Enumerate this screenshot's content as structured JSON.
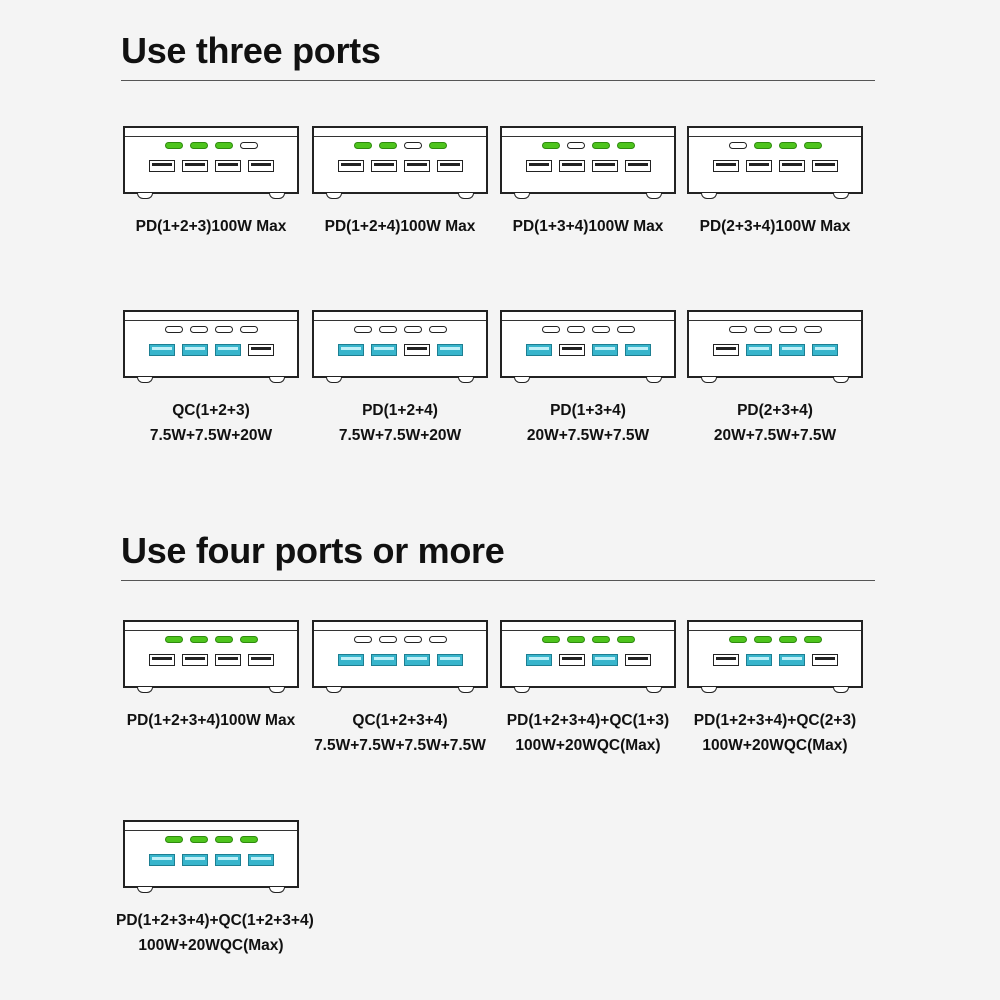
{
  "sections": [
    {
      "title": "Use three ports",
      "cells": [
        {
          "label": [
            "PD(1+2+3)100W Max"
          ],
          "typec": [
            true,
            true,
            true,
            false
          ],
          "usba": [
            false,
            false,
            false,
            false
          ]
        },
        {
          "label": [
            "PD(1+2+4)100W Max"
          ],
          "typec": [
            true,
            true,
            false,
            true
          ],
          "usba": [
            false,
            false,
            false,
            false
          ]
        },
        {
          "label": [
            "PD(1+3+4)100W Max"
          ],
          "typec": [
            true,
            false,
            true,
            true
          ],
          "usba": [
            false,
            false,
            false,
            false
          ]
        },
        {
          "label": [
            "PD(2+3+4)100W Max"
          ],
          "typec": [
            false,
            true,
            true,
            true
          ],
          "usba": [
            false,
            false,
            false,
            false
          ]
        },
        {
          "label": [
            "QC(1+2+3)",
            "7.5W+7.5W+20W"
          ],
          "typec": [
            false,
            false,
            false,
            false
          ],
          "usba": [
            true,
            true,
            true,
            false
          ]
        },
        {
          "label": [
            "PD(1+2+4)",
            "7.5W+7.5W+20W"
          ],
          "typec": [
            false,
            false,
            false,
            false
          ],
          "usba": [
            true,
            true,
            false,
            true
          ]
        },
        {
          "label": [
            "PD(1+3+4)",
            "20W+7.5W+7.5W"
          ],
          "typec": [
            false,
            false,
            false,
            false
          ],
          "usba": [
            true,
            false,
            true,
            true
          ]
        },
        {
          "label": [
            "PD(2+3+4)",
            "20W+7.5W+7.5W"
          ],
          "typec": [
            false,
            false,
            false,
            false
          ],
          "usba": [
            false,
            true,
            true,
            true
          ]
        }
      ]
    },
    {
      "title": "Use four ports or more",
      "cells": [
        {
          "label": [
            "PD(1+2+3+4)100W Max"
          ],
          "typec": [
            true,
            true,
            true,
            true
          ],
          "usba": [
            false,
            false,
            false,
            false
          ]
        },
        {
          "label": [
            "QC(1+2+3+4)",
            "7.5W+7.5W+7.5W+7.5W"
          ],
          "typec": [
            false,
            false,
            false,
            false
          ],
          "usba": [
            true,
            true,
            true,
            true
          ]
        },
        {
          "label": [
            "PD(1+2+3+4)+QC(1+3)",
            "100W+20WQC(Max)"
          ],
          "typec": [
            true,
            true,
            true,
            true
          ],
          "usba": [
            true,
            false,
            true,
            false
          ]
        },
        {
          "label": [
            "PD(1+2+3+4)+QC(2+3)",
            "100W+20WQC(Max)"
          ],
          "typec": [
            true,
            true,
            true,
            true
          ],
          "usba": [
            false,
            true,
            true,
            false
          ]
        },
        {
          "label": [
            "PD(1+2+3+4)+QC(1+2+3+4)",
            "100W+20WQC(Max)"
          ],
          "typec": [
            true,
            true,
            true,
            true
          ],
          "usba": [
            true,
            true,
            true,
            true
          ]
        }
      ]
    }
  ],
  "colors": {
    "active_typec": "#4ec41d",
    "active_usba": "#38b5cc"
  }
}
